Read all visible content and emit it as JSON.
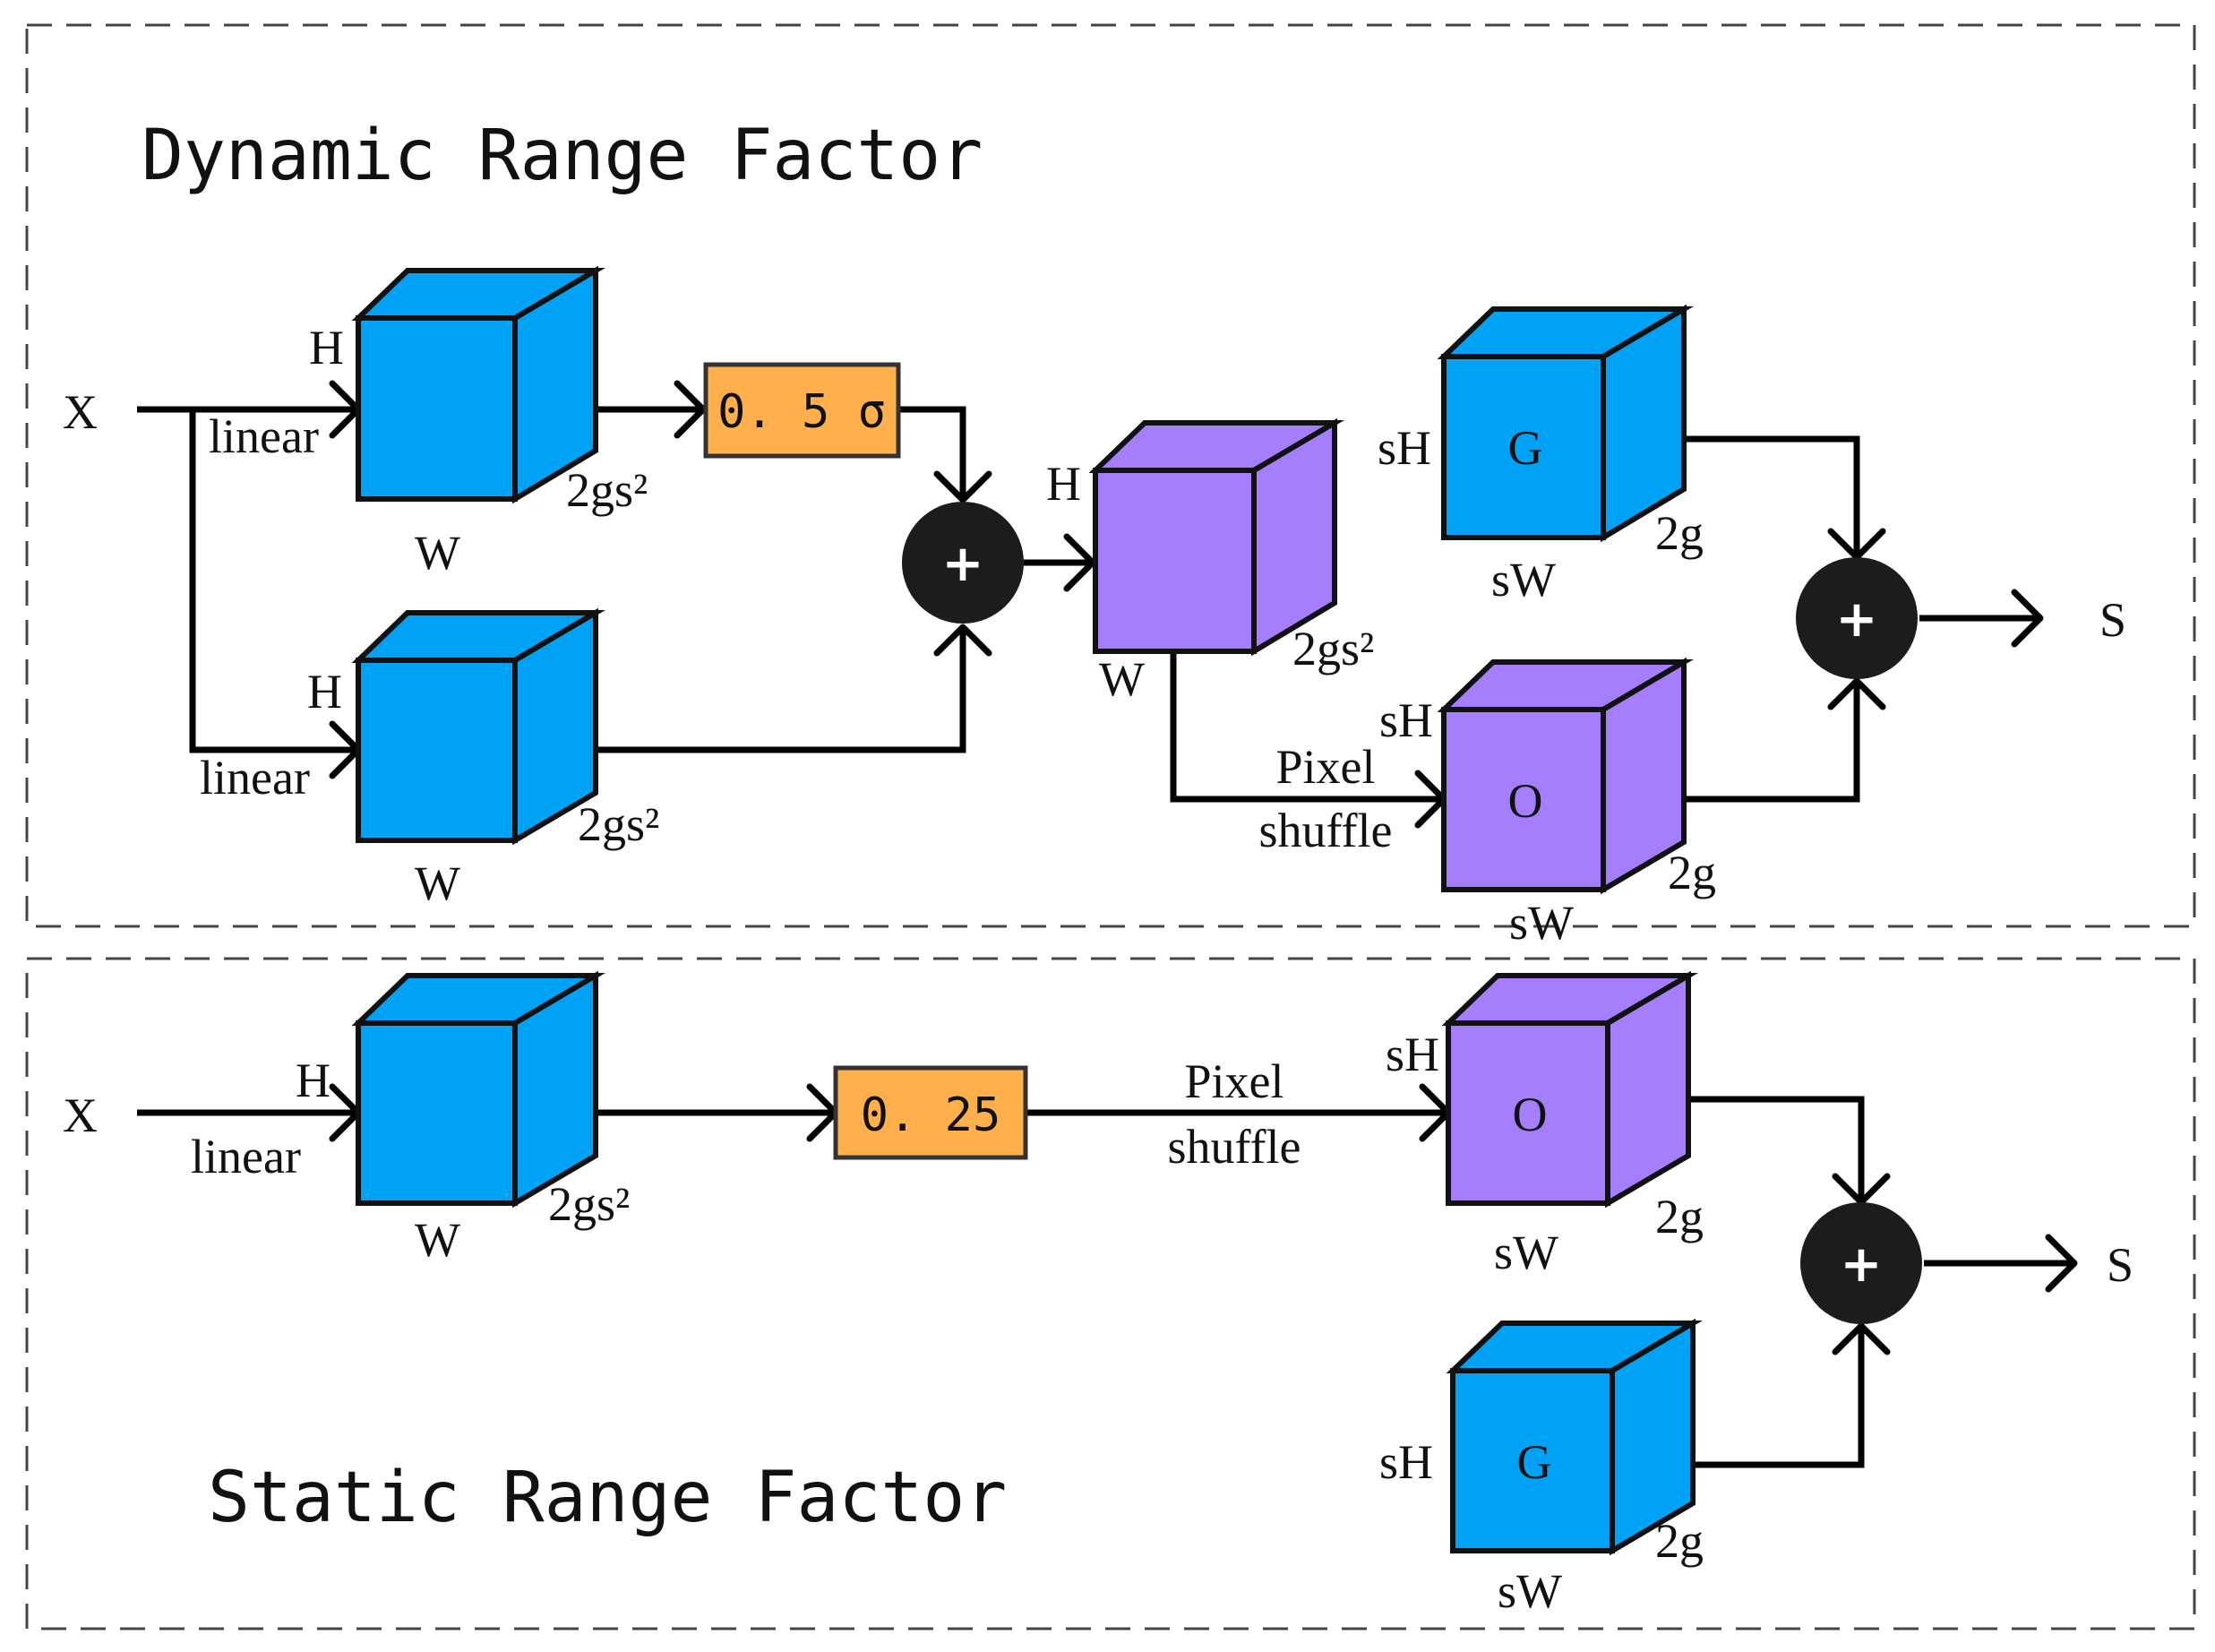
{
  "colors": {
    "blue_cube": "#00A2F5",
    "purple_cube": "#A57EFD",
    "orange_box": "#FFB04D",
    "sum_node": "#1C1C1C"
  },
  "dynamic": {
    "title": "Dynamic Range Factor",
    "input": "X",
    "output": "S",
    "top_branch": {
      "op": "linear",
      "h": "H",
      "w": "W",
      "c": "2gs²"
    },
    "bottom_branch": {
      "op": "linear",
      "h": "H",
      "w": "W",
      "c": "2gs²"
    },
    "scale_box": "0. 5 σ",
    "sum_symbol": "+",
    "merged": {
      "h": "H",
      "w": "W",
      "c": "2gs²"
    },
    "shuffle": {
      "line1": "Pixel",
      "line2": "shuffle"
    },
    "g_cube": {
      "text": "G",
      "h": "sH",
      "w": "sW",
      "c": "2g"
    },
    "o_cube": {
      "text": "O",
      "h": "sH",
      "w": "sW",
      "c": "2g"
    },
    "out_sum_symbol": "+"
  },
  "static": {
    "title": "Static Range Factor",
    "input": "X",
    "output": "S",
    "branch": {
      "op": "linear",
      "h": "H",
      "w": "W",
      "c": "2gs²"
    },
    "scale_box": "0. 25",
    "shuffle": {
      "line1": "Pixel",
      "line2": "shuffle"
    },
    "o_cube": {
      "text": "O",
      "h": "sH",
      "w": "sW",
      "c": "2g"
    },
    "g_cube": {
      "text": "G",
      "h": "sH",
      "w": "sW",
      "c": "2g"
    },
    "sum_symbol": "+"
  }
}
